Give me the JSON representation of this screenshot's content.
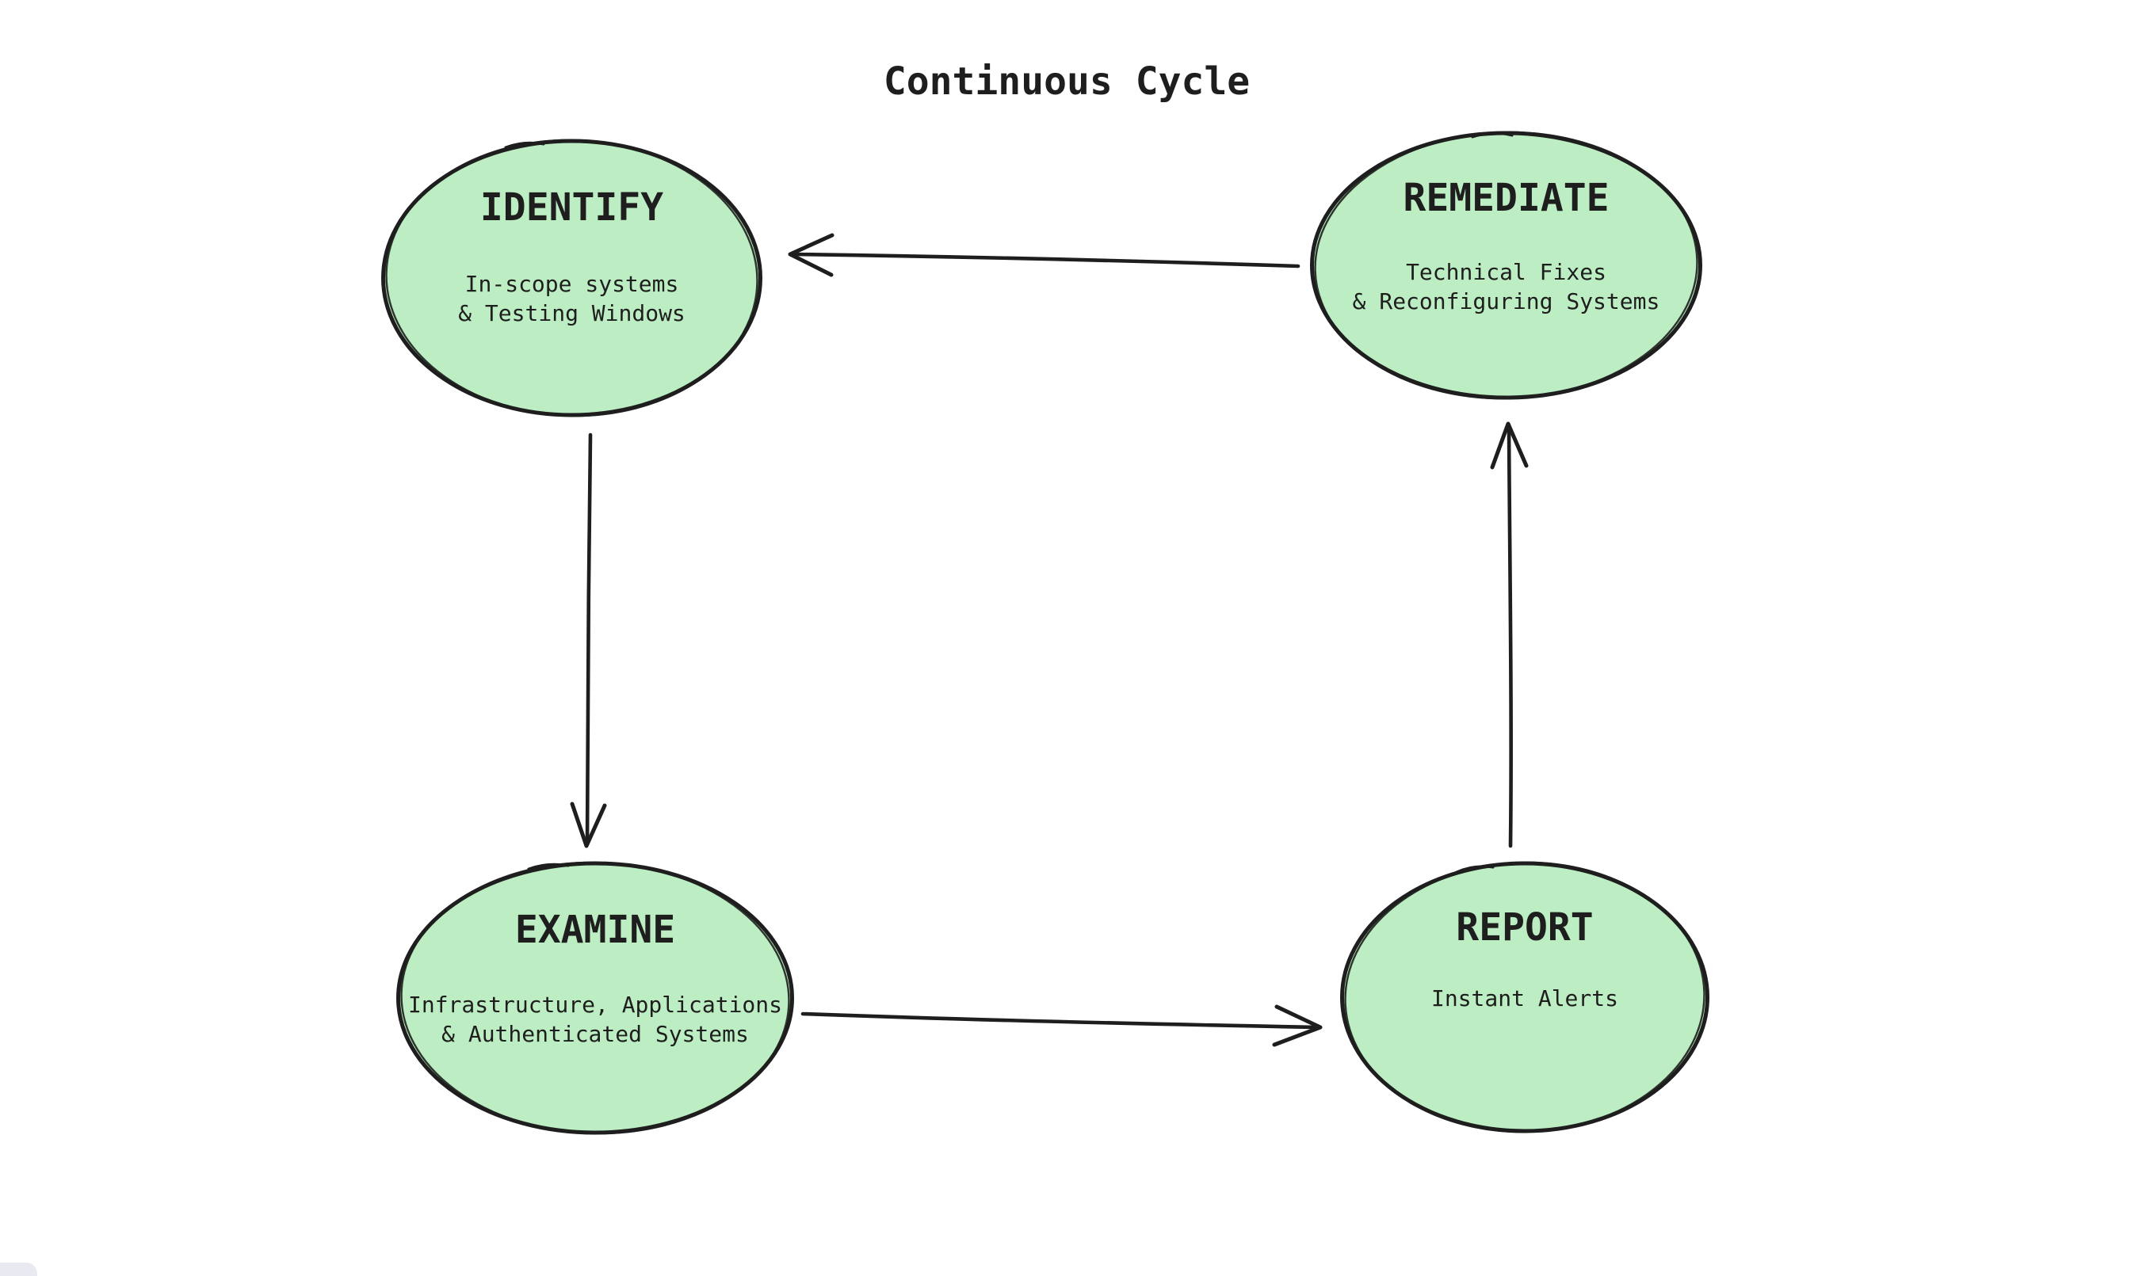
{
  "title": "Continuous Cycle",
  "diagram": {
    "nodes": {
      "identify": {
        "title": "IDENTIFY",
        "line1": "In-scope systems",
        "line2": "& Testing Windows"
      },
      "remediate": {
        "title": "REMEDIATE",
        "line1": "Technical Fixes",
        "line2": "& Reconfiguring Systems"
      },
      "examine": {
        "title": "EXAMINE",
        "line1": "Infrastructure, Applications",
        "line2": "& Authenticated Systems"
      },
      "report": {
        "title": "REPORT",
        "line1": "Instant Alerts",
        "line2": ""
      }
    },
    "edges": [
      {
        "from": "REMEDIATE",
        "to": "IDENTIFY"
      },
      {
        "from": "IDENTIFY",
        "to": "EXAMINE"
      },
      {
        "from": "EXAMINE",
        "to": "REPORT"
      },
      {
        "from": "REPORT",
        "to": "REMEDIATE"
      }
    ]
  },
  "colors": {
    "node_fill": "#bdeec3",
    "stroke": "#1e1e1e",
    "background": "#ffffff",
    "corner_widget": "#e9eaf1"
  }
}
